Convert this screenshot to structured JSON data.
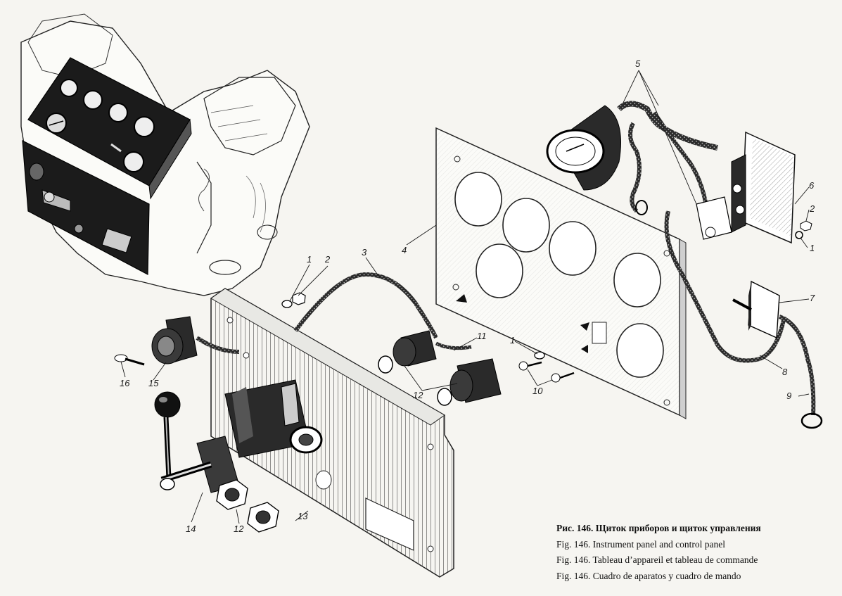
{
  "caption": {
    "ru": "Рис. 146. Щиток приборов и щиток управления",
    "en": "Fig. 146. Instrument panel and control panel",
    "fr": "Fig. 146. Tableau d’appareil et tableau de commande",
    "es": "Fig. 146. Cuadro de aparatos y cuadro de mando"
  },
  "callouts": {
    "c1a": "1",
    "c2a": "2",
    "c3": "3",
    "c4": "4",
    "c5": "5",
    "c6": "6",
    "c2b": "2",
    "c1b": "1",
    "c7": "7",
    "c8": "8",
    "c9": "9",
    "c1c": "1",
    "c10": "10",
    "c11": "11",
    "c12a": "12",
    "c12b": "12",
    "c13": "13",
    "c14": "14",
    "c15": "15",
    "c16": "16"
  },
  "colors": {
    "ink": "#1a1a1a",
    "paper": "#f6f5f1",
    "engine_body": "#1b1b1b"
  }
}
